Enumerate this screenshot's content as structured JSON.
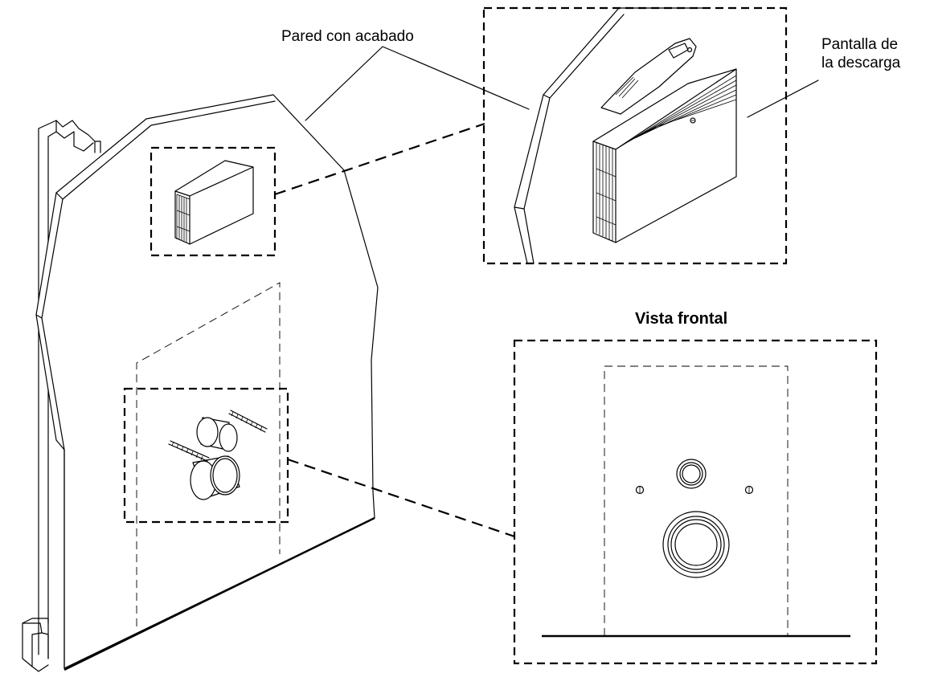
{
  "labels": {
    "finished_wall": "Pared con acabado",
    "flush_plate_line1": "Pantalla de",
    "flush_plate_line2": "la descarga",
    "front_view": "Vista frontal"
  },
  "colors": {
    "line": "#000000",
    "background": "#ffffff"
  }
}
